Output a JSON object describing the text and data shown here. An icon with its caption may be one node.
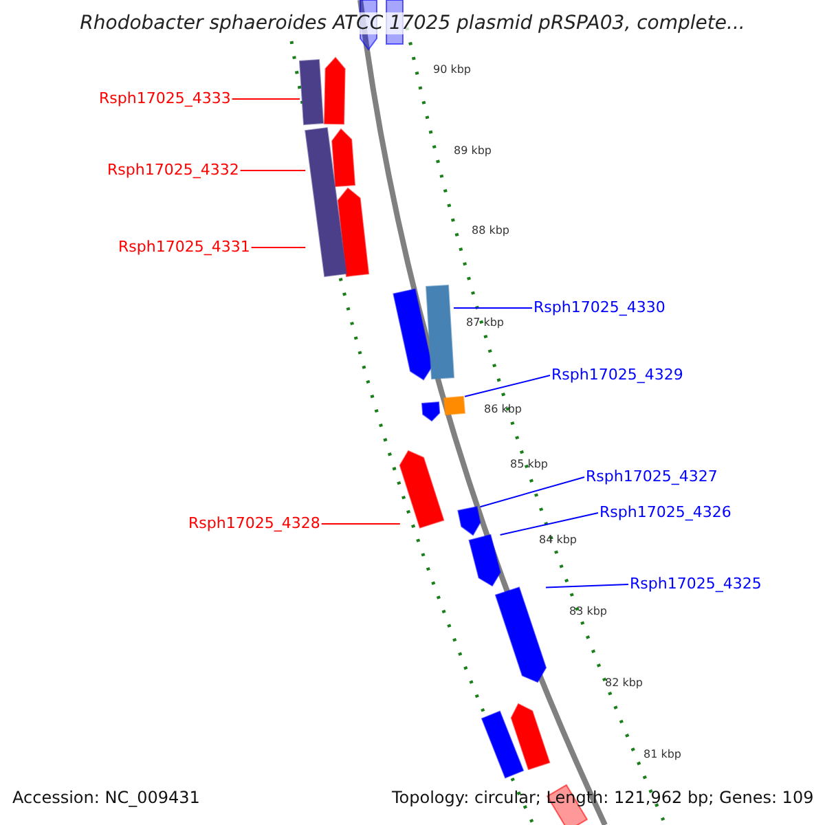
{
  "diagram": {
    "title": "Rhodobacter sphaeroides ATCC 17025 plasmid pRSPA03, complete...",
    "nodes": [
      {
        "text": [
          "Rsph17025_4333"
        ]
      },
      {
        "text": [],
        "shape": "bar"
      },
      {
        "text": [
          "Rsph17025_4332"
        ]
      },
      {
        "text": [],
        "shape": "bar"
      },
      {
        "text": [
          "Rsph17025_4331"
        ]
      },
      {
        "text": [
          "Rsph17025_4330"
        ]
      },
      {
        "text": [],
        "shape": "bar"
      },
      {
        "text": [
          "Rsph17025_4329"
        ]
      },
      {
        "text": [],
        "shape": "bar"
      },
      {
        "text": [
          "Rsph17025_4328"
        ]
      },
      {
        "text": [],
        "shape": "arrow"
      },
      {
        "text": [
          "Rsph17025_4327"
        ]
      },
      {
        "text": [],
        "shape": "arrow"
      },
      {
        "text": [
          "Rsph17025_4326"
        ]
      },
      {
        "text": [],
        "shape": "arrow"
      },
      {
        "text": [
          "Rsph17025_4325"
        ]
      },
      {
        "text": [],
        "shape": "arrow"
      }
    ],
    "edges": [
      {
        "from": 0,
        "to": 1,
        "arrow": "none",
        "color": "#ff0000"
      },
      {
        "from": 2,
        "to": 3,
        "arrow": "none",
        "color": "#ff0000"
      },
      {
        "from": 4,
        "to": 3,
        "arrow": "none",
        "color": "#ff0000"
      },
      {
        "from": 5,
        "to": 6,
        "arrow": "none"
      },
      {
        "from": 7,
        "to": 8,
        "arrow": "none"
      },
      {
        "from": 9,
        "to": 10,
        "arrow": "none",
        "color": "#ff0000"
      },
      {
        "from": 11,
        "to": 12,
        "arrow": "none"
      },
      {
        "from": 13,
        "to": 14,
        "arrow": "none"
      },
      {
        "from": 15,
        "to": 16,
        "arrow": "none"
      }
    ],
    "labels": [
      "90 kbp",
      "89 kbp",
      "88 kbp",
      "87 kbp",
      "86 kbp",
      "85 kbp",
      "84 kbp",
      "83 kbp",
      "82 kbp",
      "81 kbp",
      "Accession: NC_009431",
      "Topology: circular; Length: 121,962 bp; Genes: 109"
    ]
  }
}
